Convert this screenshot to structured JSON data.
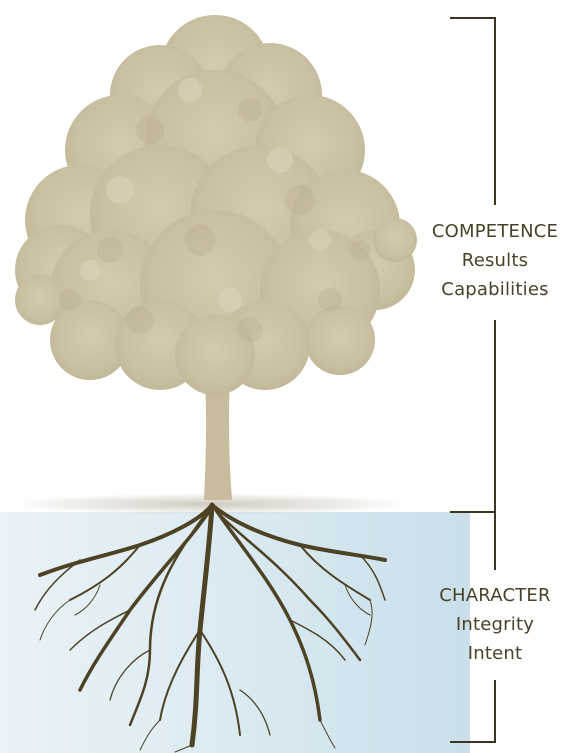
{
  "upper_section": {
    "title": "COMPETENCE",
    "items": [
      "Results",
      "Capabilities"
    ]
  },
  "lower_section": {
    "title": "CHARACTER",
    "items": [
      "Integrity",
      "Intent"
    ]
  },
  "colors": {
    "foliage": "#c9c0a1",
    "trunk": "#c7bd9c",
    "roots": "#4d4224",
    "bracket": "#3d3520",
    "text": "#4a4228",
    "soil": "#d5e7ef"
  }
}
